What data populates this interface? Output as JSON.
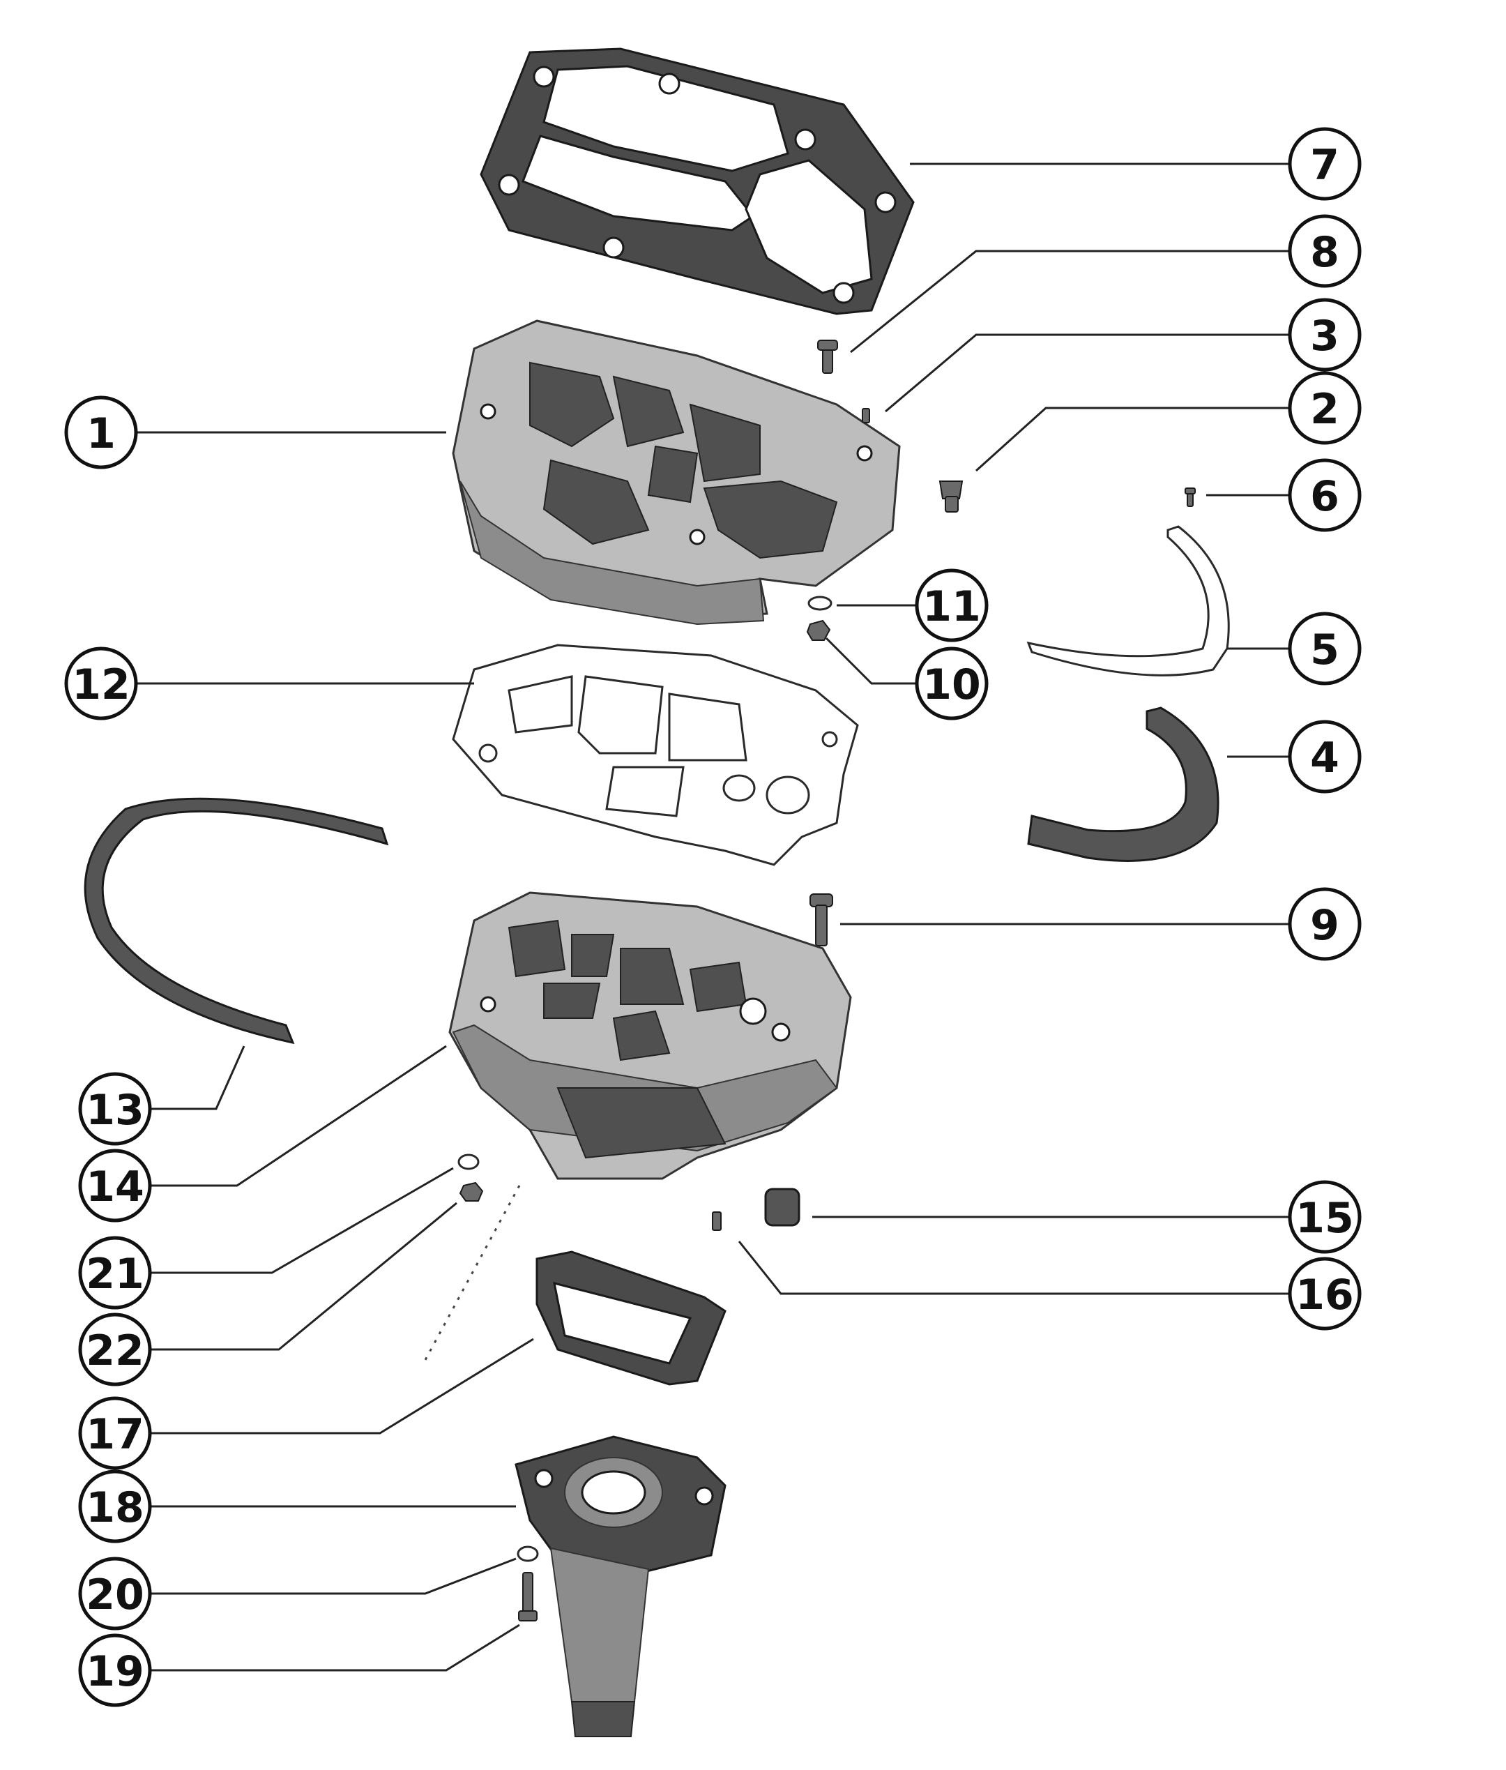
{
  "callouts": [
    {
      "id": "7",
      "label": "7"
    },
    {
      "id": "8",
      "label": "8"
    },
    {
      "id": "3",
      "label": "3"
    },
    {
      "id": "2",
      "label": "2"
    },
    {
      "id": "1",
      "label": "1"
    },
    {
      "id": "6",
      "label": "6"
    },
    {
      "id": "11",
      "label": "11"
    },
    {
      "id": "5",
      "label": "5"
    },
    {
      "id": "12",
      "label": "12"
    },
    {
      "id": "10",
      "label": "10"
    },
    {
      "id": "4",
      "label": "4"
    },
    {
      "id": "9",
      "label": "9"
    },
    {
      "id": "13",
      "label": "13"
    },
    {
      "id": "14",
      "label": "14"
    },
    {
      "id": "15",
      "label": "15"
    },
    {
      "id": "21",
      "label": "21"
    },
    {
      "id": "16",
      "label": "16"
    },
    {
      "id": "22",
      "label": "22"
    },
    {
      "id": "17",
      "label": "17"
    },
    {
      "id": "18",
      "label": "18"
    },
    {
      "id": "20",
      "label": "20"
    },
    {
      "id": "19",
      "label": "19"
    }
  ],
  "colors": {
    "ink": "#111111",
    "casting": "#bdbdbd",
    "dark_fill": "#4a4a4a",
    "background": "#ffffff"
  }
}
